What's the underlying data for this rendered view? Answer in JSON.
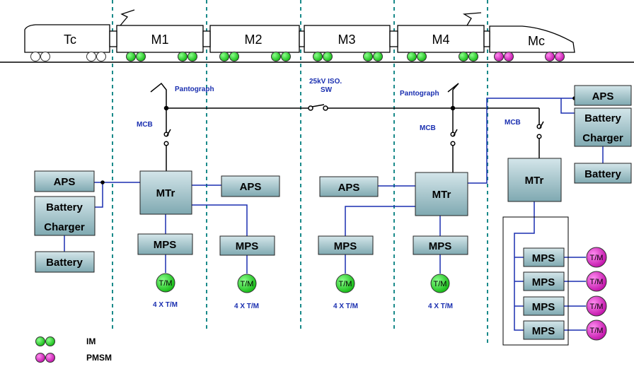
{
  "cars": {
    "tc": "Tc",
    "m1": "M1",
    "m2": "M2",
    "m3": "M3",
    "m4": "M4",
    "mc": "Mc"
  },
  "labels": {
    "pantograph_left": "Pantograph",
    "pantograph_right": "Pantograph",
    "iso_switch_line1": "25kV ISO.",
    "iso_switch_line2": "SW",
    "mcb_left": "MCB",
    "mcb_mid": "MCB",
    "mcb_right": "MCB",
    "count_1": "4 X T/M",
    "count_2": "4 X T/M",
    "count_3": "4 X T/M",
    "count_4": "4 X T/M"
  },
  "boxes": {
    "aps": "APS",
    "battery_charger_line1": "Battery",
    "battery_charger_line2": "Charger",
    "battery": "Battery",
    "mtr": "MTr",
    "mps": "MPS"
  },
  "motor_label": "T/M",
  "legend": {
    "im": "IM",
    "pmsm": "PMSM"
  },
  "colors": {
    "im": "#22dd22",
    "pmsm": "#e020c0",
    "wire": "#1a2fb0",
    "divider": "#1a8a8a",
    "box_fill": "#8fb8bf"
  }
}
